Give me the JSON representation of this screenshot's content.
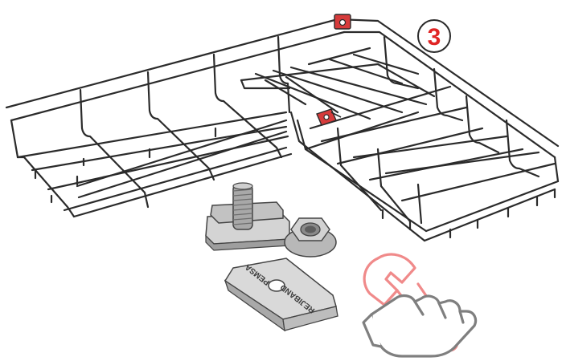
{
  "diagram": {
    "step_badge": {
      "label": "3"
    },
    "clip_stamp": {
      "line1": "PEMSA",
      "line2": "REJIBAND"
    },
    "colors": {
      "wire": "#2b2b2b",
      "clip_red": "#d63b3b",
      "badge_red": "#e02424",
      "metal_light": "#d9d9d9",
      "metal_mid": "#b3b3b3",
      "metal_dark": "#7a7a7a",
      "wrench_pink": "#f08a8a",
      "hand_grey": "#7f7f7f"
    },
    "icons": [
      "wire-tray-icon",
      "bolt-icon",
      "nut-icon",
      "clamp-plate-icon",
      "wrench-icon",
      "hand-icon"
    ]
  }
}
